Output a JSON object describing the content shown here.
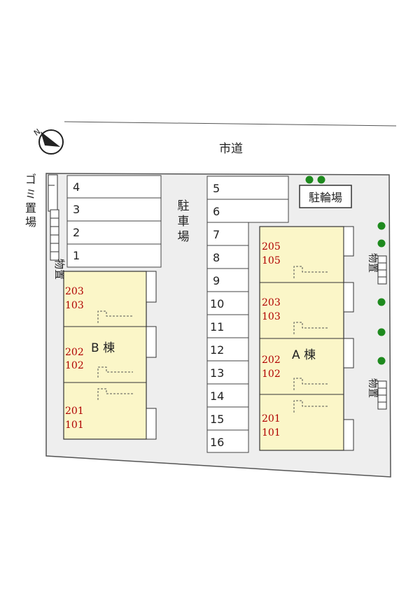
{
  "road_label": "市道",
  "parking_label_chars": [
    "駐",
    "車",
    "場"
  ],
  "bicycle_parking_label": "駐輪場",
  "garbage_label_chars": [
    "ゴ",
    "ミ",
    "置",
    "場"
  ],
  "storage_label": "物置",
  "parking_left": [
    "4",
    "3",
    "2",
    "1"
  ],
  "parking_right_top": [
    "5",
    "6"
  ],
  "parking_right": [
    "7",
    "8",
    "9",
    "10",
    "11",
    "12",
    "13",
    "14",
    "15",
    "16"
  ],
  "building_b": {
    "name": "B 棟",
    "units": [
      [
        "203",
        "103"
      ],
      [
        "202",
        "102"
      ],
      [
        "201",
        "101"
      ]
    ]
  },
  "building_a": {
    "name": "A 棟",
    "units": [
      [
        "205",
        "105"
      ],
      [
        "203",
        "103"
      ],
      [
        "202",
        "102"
      ],
      [
        "201",
        "101"
      ]
    ]
  },
  "colors": {
    "lot": "#eeeeee",
    "building": "#fbf6c8",
    "tree": "#1e8a1e",
    "unit_text": "#b00000"
  },
  "icons": [
    "north-compass-icon",
    "tree-icon"
  ]
}
